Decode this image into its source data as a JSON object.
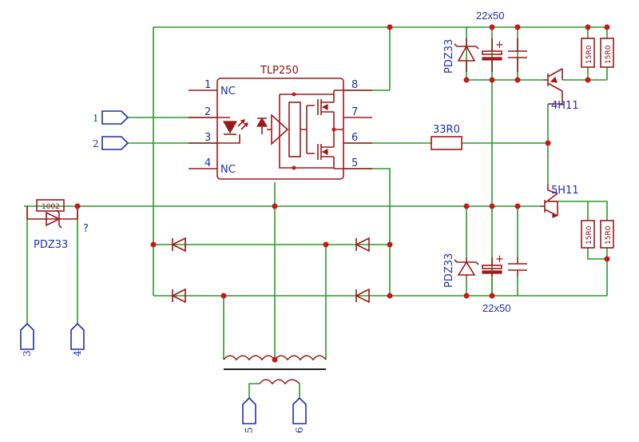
{
  "diagram": {
    "ic": {
      "name": "TLP250",
      "pins": [
        {
          "num": "1",
          "label": "NC"
        },
        {
          "num": "2",
          "label": ""
        },
        {
          "num": "3",
          "label": ""
        },
        {
          "num": "4",
          "label": "NC"
        },
        {
          "num": "8",
          "label": ""
        },
        {
          "num": "7",
          "label": ""
        },
        {
          "num": "6",
          "label": ""
        },
        {
          "num": "5",
          "label": ""
        }
      ]
    },
    "connectors": [
      {
        "label": "1"
      },
      {
        "label": "2"
      },
      {
        "label": "3"
      },
      {
        "label": "4"
      },
      {
        "label": "5"
      },
      {
        "label": "6"
      }
    ],
    "resistors": {
      "gate": "33R0",
      "top_left": "15R0",
      "top_right": "15R0",
      "bottom_left": "15R0",
      "bottom_right": "15R0",
      "small": "1002"
    },
    "zeners": {
      "top": "PDZ33",
      "bottom": "PDZ33",
      "left": "PDZ33"
    },
    "capacitors": {
      "top": "22x50",
      "bottom": "22x50"
    },
    "transistors": {
      "upper": "4H11",
      "lower": "5H11"
    },
    "question_mark": "?",
    "colors": {
      "wire": "#2a9a2a",
      "component": "#9a1a1a",
      "connector": "#1f2fa8",
      "junction": "#c81818"
    }
  }
}
